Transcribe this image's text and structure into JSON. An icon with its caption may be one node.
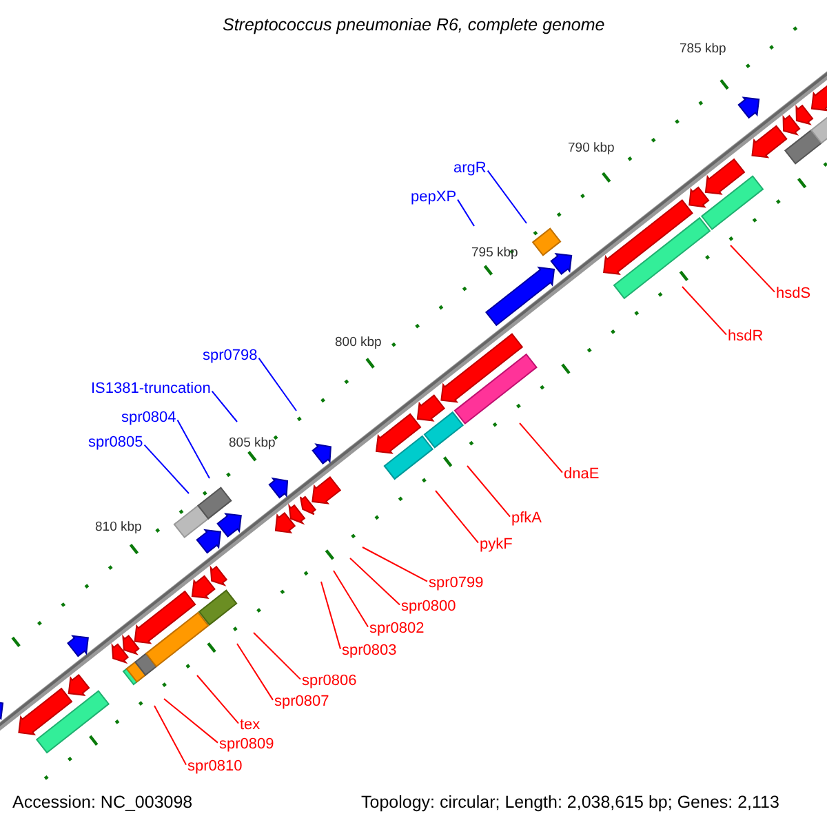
{
  "diagram": {
    "title": "Streptococcus pneumoniae R6, complete genome",
    "nodes": [
      {
        "text": [
          "argR"
        ]
      },
      {
        "text": [
          "pepXP"
        ]
      },
      {
        "text": [
          "hsdS"
        ]
      },
      {
        "text": [
          "hsdR"
        ]
      },
      {
        "text": [
          "spr0798"
        ]
      },
      {
        "text": [
          "IS1381-truncation"
        ]
      },
      {
        "text": [
          "spr0804"
        ]
      },
      {
        "text": [
          "spr0805"
        ]
      },
      {
        "text": [
          "dnaE"
        ]
      },
      {
        "text": [
          "pfkA"
        ]
      },
      {
        "text": [
          "pykF"
        ]
      },
      {
        "text": [
          "spr0799"
        ]
      },
      {
        "text": [
          "spr0800"
        ]
      },
      {
        "text": [
          "spr0802"
        ]
      },
      {
        "text": [
          "spr0803"
        ]
      },
      {
        "text": [
          "spr0806"
        ]
      },
      {
        "text": [
          "spr0807"
        ]
      },
      {
        "text": [
          "tex"
        ]
      },
      {
        "text": [
          "spr0809"
        ]
      },
      {
        "text": [
          "spr0810"
        ]
      }
    ],
    "edges": [
      {
        "from": 0,
        "to": null,
        "arrow": "none",
        "color": "#0000ff"
      },
      {
        "from": 1,
        "to": null,
        "arrow": "none",
        "color": "#0000ff"
      },
      {
        "from": 2,
        "to": null,
        "arrow": "none"
      },
      {
        "from": 3,
        "to": null,
        "arrow": "none"
      },
      {
        "from": 4,
        "to": null,
        "arrow": "none",
        "color": "#0000ff"
      },
      {
        "from": 5,
        "to": null,
        "arrow": "none",
        "color": "#0000ff"
      },
      {
        "from": 6,
        "to": null,
        "arrow": "none",
        "color": "#0000ff"
      },
      {
        "from": 7,
        "to": null,
        "arrow": "none",
        "color": "#0000ff"
      },
      {
        "from": 8,
        "to": null,
        "arrow": "none"
      },
      {
        "from": 9,
        "to": null,
        "arrow": "none"
      },
      {
        "from": 10,
        "to": null,
        "arrow": "none"
      },
      {
        "from": 11,
        "to": null,
        "arrow": "none"
      },
      {
        "from": 12,
        "to": null,
        "arrow": "none"
      },
      {
        "from": 13,
        "to": null,
        "arrow": "none"
      },
      {
        "from": 14,
        "to": null,
        "arrow": "none"
      },
      {
        "from": 15,
        "to": null,
        "arrow": "none"
      },
      {
        "from": 16,
        "to": null,
        "arrow": "none"
      },
      {
        "from": 17,
        "to": null,
        "arrow": "none"
      },
      {
        "from": 18,
        "to": null,
        "arrow": "none"
      },
      {
        "from": 19,
        "to": null,
        "arrow": "none"
      }
    ],
    "labels": [
      "785 kbp",
      "790 kbp",
      "795 kbp",
      "800 kbp",
      "805 kbp",
      "810 kbp",
      "Accession: NC_003098",
      "Topology: circular; Length: 2,038,615 bp; Genes: 2,113"
    ]
  }
}
